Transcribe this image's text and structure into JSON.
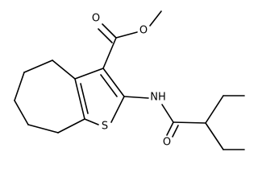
{
  "atoms": {
    "O_carbonyl_ester": "O",
    "O_ester": "O",
    "S_ring": "S",
    "N_amide": "NH",
    "O_carbonyl_amide": "O"
  }
}
